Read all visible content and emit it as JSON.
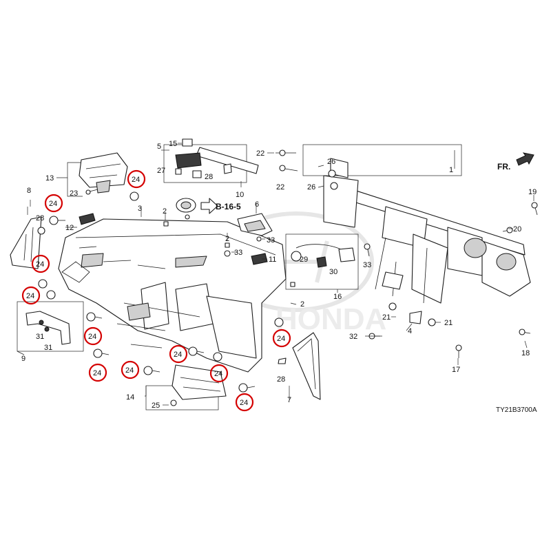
{
  "figure": {
    "drawing_code": "TY21B3700A",
    "front_marker": "FR.",
    "reference_label": "B-16-5"
  },
  "callouts": {
    "c1": "1",
    "c2a": "2",
    "c2b": "2",
    "c2c": "2",
    "c3": "3",
    "c4": "4",
    "c5": "5",
    "c6": "6",
    "c7": "7",
    "c8": "8",
    "c9": "9",
    "c10": "10",
    "c11": "11",
    "c12": "12",
    "c13": "13",
    "c14": "14",
    "c15": "15",
    "c16": "16",
    "c17": "17",
    "c18": "18",
    "c19": "19",
    "c20": "20",
    "c21a": "21",
    "c21b": "21",
    "c22a": "22",
    "c22b": "22",
    "c23": "23",
    "c25": "25",
    "c26a": "26",
    "c26b": "26",
    "c27": "27",
    "c28a": "28",
    "c28b": "28",
    "c28c": "28",
    "c29": "29",
    "c30": "30",
    "c31a": "31",
    "c31b": "31",
    "c32": "32",
    "c33a": "33",
    "c33b": "33",
    "c33c": "33"
  },
  "highlighted": {
    "h1": "24",
    "h2": "24",
    "h3": "24",
    "h4": "24",
    "h5": "24",
    "h6": "24",
    "h7": "24",
    "h8": "24",
    "h9": "24",
    "h10": "24",
    "h11": "24",
    "h12": "24"
  },
  "colors": {
    "highlight_ring": "#d40000",
    "line": "#1a1a1a",
    "watermark": "#e6e6e6"
  }
}
